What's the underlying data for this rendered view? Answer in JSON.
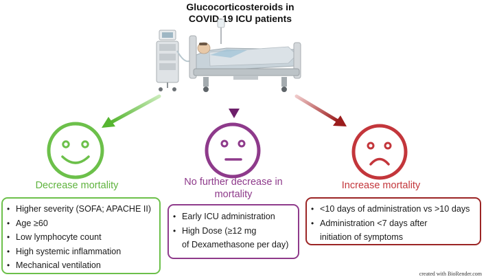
{
  "title": {
    "line1": "Glucocorticosteroids in",
    "line2": "COVID-19 ICU patients"
  },
  "colors": {
    "green": "#6cc04a",
    "purple": "#8e3a8b",
    "red": "#c3363b",
    "dark_red": "#9b1c1c",
    "bed_gray": "#cfd3d6"
  },
  "icons": {
    "hospital_bed": "hospital-bed-icon",
    "happy": "smiley-happy-icon",
    "neutral": "smiley-neutral-icon",
    "sad": "smiley-sad-icon"
  },
  "outcomes": {
    "left": {
      "label": "Decrease mortality",
      "items": [
        "Higher severity (SOFA; APACHE II)",
        "Age ≥60",
        "Low lymphocyte count",
        "High systemic inflammation",
        "Mechanical ventilation"
      ]
    },
    "middle": {
      "label_line1": "No further decrease in",
      "label_line2": "mortality",
      "items": [
        {
          "line1": "Early ICU administration"
        },
        {
          "line1": "High Dose (≥12 mg",
          "line2": "of Dexamethasone per day)"
        }
      ]
    },
    "right": {
      "label": "Increase mortality",
      "items": [
        {
          "line1": "<10 days of administration vs >10 days"
        },
        {
          "line1": "Administration <7 days after",
          "line2": "initiation of symptoms"
        }
      ]
    }
  },
  "credit": "created with BioRender.com"
}
